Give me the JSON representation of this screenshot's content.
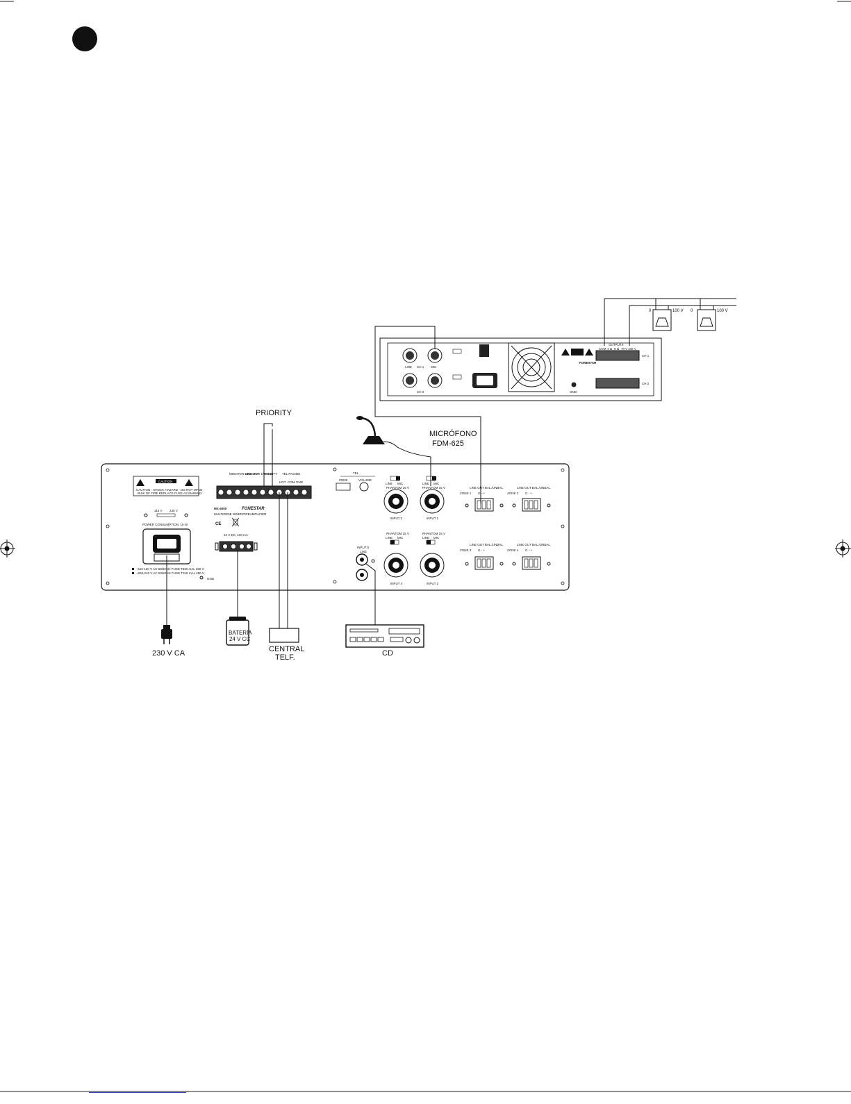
{
  "labels": {
    "priority": "PRIORITY",
    "microphone_title": "MICRÓFONO",
    "microphone_model": "FDM-625",
    "mains_supply": "230 V CA",
    "battery_name": "BATERÍA",
    "battery_voltage": "24 V CC",
    "phone_exchange_line1": "CENTRAL",
    "phone_exchange_line2": "TELF.",
    "cd": "CD",
    "speaker_1_tap_zero": "0",
    "speaker_1_tap_volt": "100 V",
    "speaker_2_tap_zero": "0",
    "speaker_2_tap_volt": "100 V"
  },
  "amplifier": {
    "line": "LINE",
    "mic": "MIC",
    "ch1": "CH 1",
    "ch2": "CH 2",
    "gnd": "GND",
    "brand": "FONESTAR",
    "outputs": "OUTPUTS",
    "out_com": "COM",
    "out_4ohm": "4 Ω",
    "out_8ohm": "8 Ω",
    "out_70v": "70 V",
    "out_100v": "100 V"
  },
  "mixer": {
    "caution_title": "CAUTION",
    "caution_text_1": "CAUTION - SHOCK HAZARD - DO NOT OPEN",
    "caution_text_2": "RISK OF FIRE REPLACE FUSE AS MARKED",
    "volt_115": "115 V",
    "volt_230": "230 V",
    "power_consumption": "POWER CONSUMPTION: 15 W",
    "fuse_note_1": "~110-120 V AC 50/60 Hz FUSE T630 mAL 250 V",
    "fuse_note_2": "~220-240 V AC 50/60 Hz FUSE T315 mAL 250 V",
    "gnd": "GND",
    "monitor_line_out": "MONITOR LINE OUT",
    "monitor_1w": "MONITOR 1 W 8 Ω",
    "priority": "PRIORITY",
    "tel_paging": "TEL PAGING",
    "hot": "HOT",
    "com": "COM",
    "tel_gnd": "GND",
    "model": "MX-4000",
    "brand": "FONESTAR",
    "subtitle": "MULTIZONE MIXER/PREAMPLIFIER",
    "ce_mark": "CE",
    "dc_in": "24 V DC, 150 mA",
    "tel": "TEL",
    "zone": "ZONE",
    "volume": "VOLUME",
    "input5": "INPUT 5",
    "input5_line": "LINE",
    "line": "LINE",
    "mic": "MIC",
    "phantom": "PHANTOM 15 V",
    "input1": "INPUT 1",
    "input2": "INPUT 2",
    "input3": "INPUT 3",
    "input4": "INPUT 4",
    "line_out_bal": "LINE OUT BAL./UNBAL.",
    "zone1": "ZONE 1",
    "zone2": "ZONE 2",
    "zone3": "ZONE 3",
    "zone4": "ZONE 4",
    "pins": "G - +"
  }
}
